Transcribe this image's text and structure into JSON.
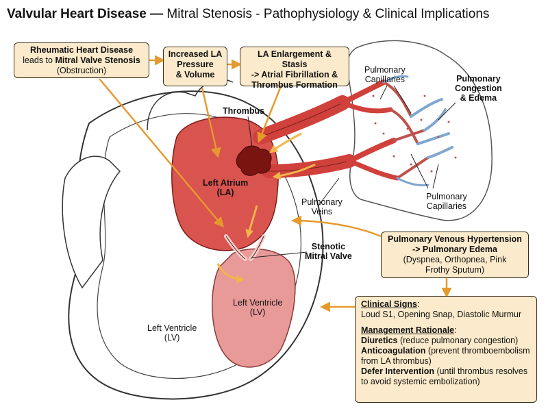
{
  "title": {
    "bold": "Valvular Heart Disease —",
    "rest": " Mitral Stenosis - Pathophysiology & Clinical Implications"
  },
  "boxes": {
    "rheumatic": {
      "line1": "Rheumatic Heart Disease",
      "line2_pre": "leads to ",
      "line2_bold": "Mitral Valve Stenosis",
      "line3": "(Obstruction)"
    },
    "increased_la": {
      "lines": [
        "Increased LA",
        "Pressure",
        "& Volume"
      ]
    },
    "la_enlargement": {
      "lines": [
        "LA Enlargement & Stasis",
        "-> Atrial Fibrillation &",
        "Thrombus Formation"
      ]
    },
    "pvh": {
      "line1": "Pulmonary Venous Hypertension",
      "line2": "-> Pulmonary Edema",
      "line3": "(Dyspnea, Orthopnea, Pink",
      "line4": "Frothy Sputum)"
    },
    "clinical": {
      "signs_heading": "Clinical Signs",
      "signs_colon": ":",
      "signs_text": "Loud S1, Opening Snap, Diastolic Murmur",
      "mgmt_heading": "Management Rationale",
      "mgmt_colon": ":",
      "items": [
        {
          "bold": "Diuretics",
          "text": " (reduce pulmonary congestion)"
        },
        {
          "bold": "Anticoagulation",
          "text": " (prevent thromboembolism"
        },
        {
          "bold": "",
          "text": "from LA thrombus)"
        },
        {
          "bold": "Defer Intervention",
          "text": " (until thrombus resolves"
        },
        {
          "bold": "",
          "text": "to avoid systemic embolization)"
        }
      ]
    }
  },
  "labels": {
    "thrombus": "Thrombus",
    "left_atrium": [
      "Left Atrium",
      "(LA)"
    ],
    "stenotic": [
      "Stenotic",
      "Mitral Valve"
    ],
    "lv_inner": [
      "Left Ventricle",
      "(LV)"
    ],
    "lv_outer": [
      "Left Ventricle",
      "(LV)"
    ],
    "pulm_veins": [
      "Pulmonary",
      "Veins"
    ],
    "pulm_cap_top": [
      "Pulmonary",
      "Capillaries"
    ],
    "pulm_cap_bottom": [
      "Pulmonary",
      "Capillaries"
    ],
    "pulm_congestion": [
      "Pulmonary",
      "Congestion",
      "& Edema"
    ]
  },
  "colors": {
    "box_fill": "#fbeacb",
    "arrow": "#e69a2e",
    "atrium": "#d9534f",
    "ventricle": "#e89a98",
    "thrombus": "#7a1410",
    "vessel_red": "#d0413c",
    "vessel_blue": "#7fa7cf"
  }
}
